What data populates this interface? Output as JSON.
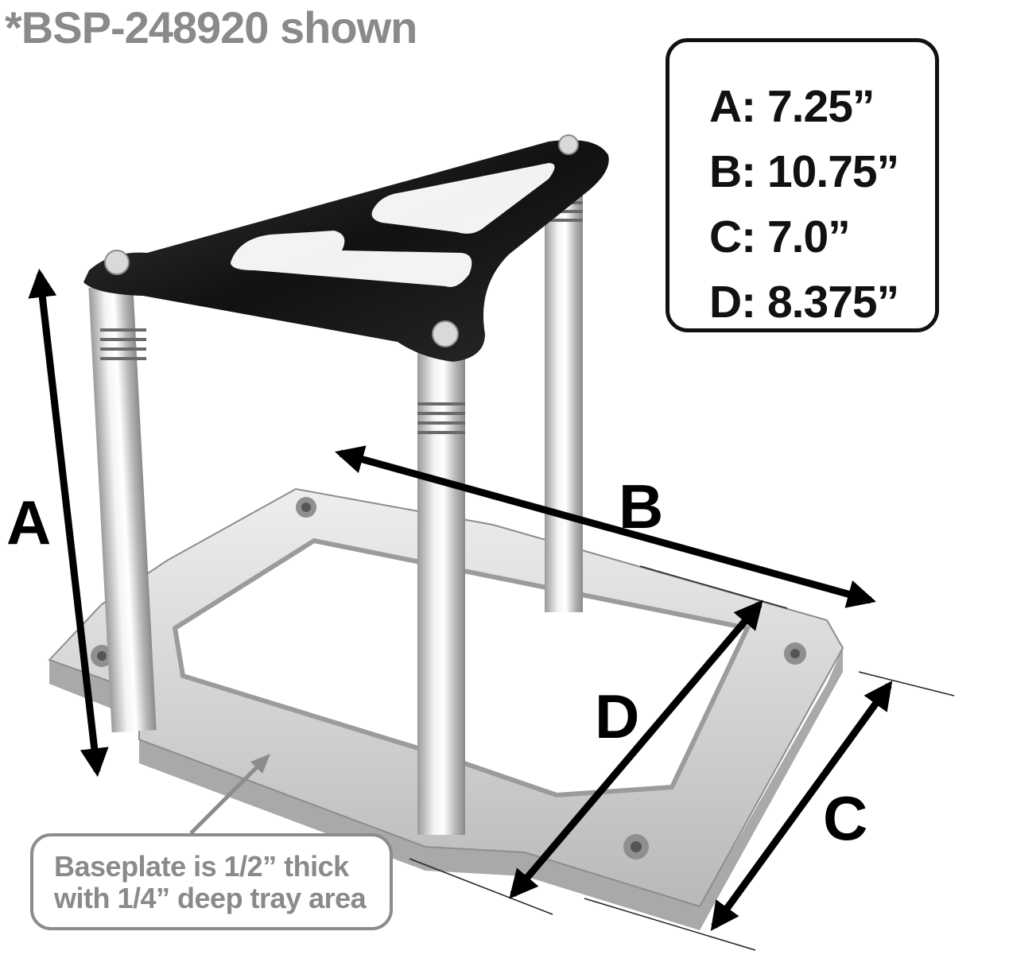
{
  "header": {
    "model_text": "*BSP-248920 shown"
  },
  "specs": [
    {
      "text": "A: 7.25”"
    },
    {
      "text": "B: 10.75”"
    },
    {
      "text": "C: 7.0”"
    },
    {
      "text": "D: 8.375”"
    }
  ],
  "dimension_labels": {
    "a": "A",
    "b": "B",
    "c": "C",
    "d": "D"
  },
  "note": {
    "line1": "Baseplate is 1/2” thick",
    "line2": "with 1/4” deep tray area"
  },
  "colors": {
    "top_plate": "#151515",
    "posts": "#d8d8d8",
    "baseplate": "#c9c9c9",
    "arrows": "#000000",
    "callout": "#8c8c8c"
  }
}
